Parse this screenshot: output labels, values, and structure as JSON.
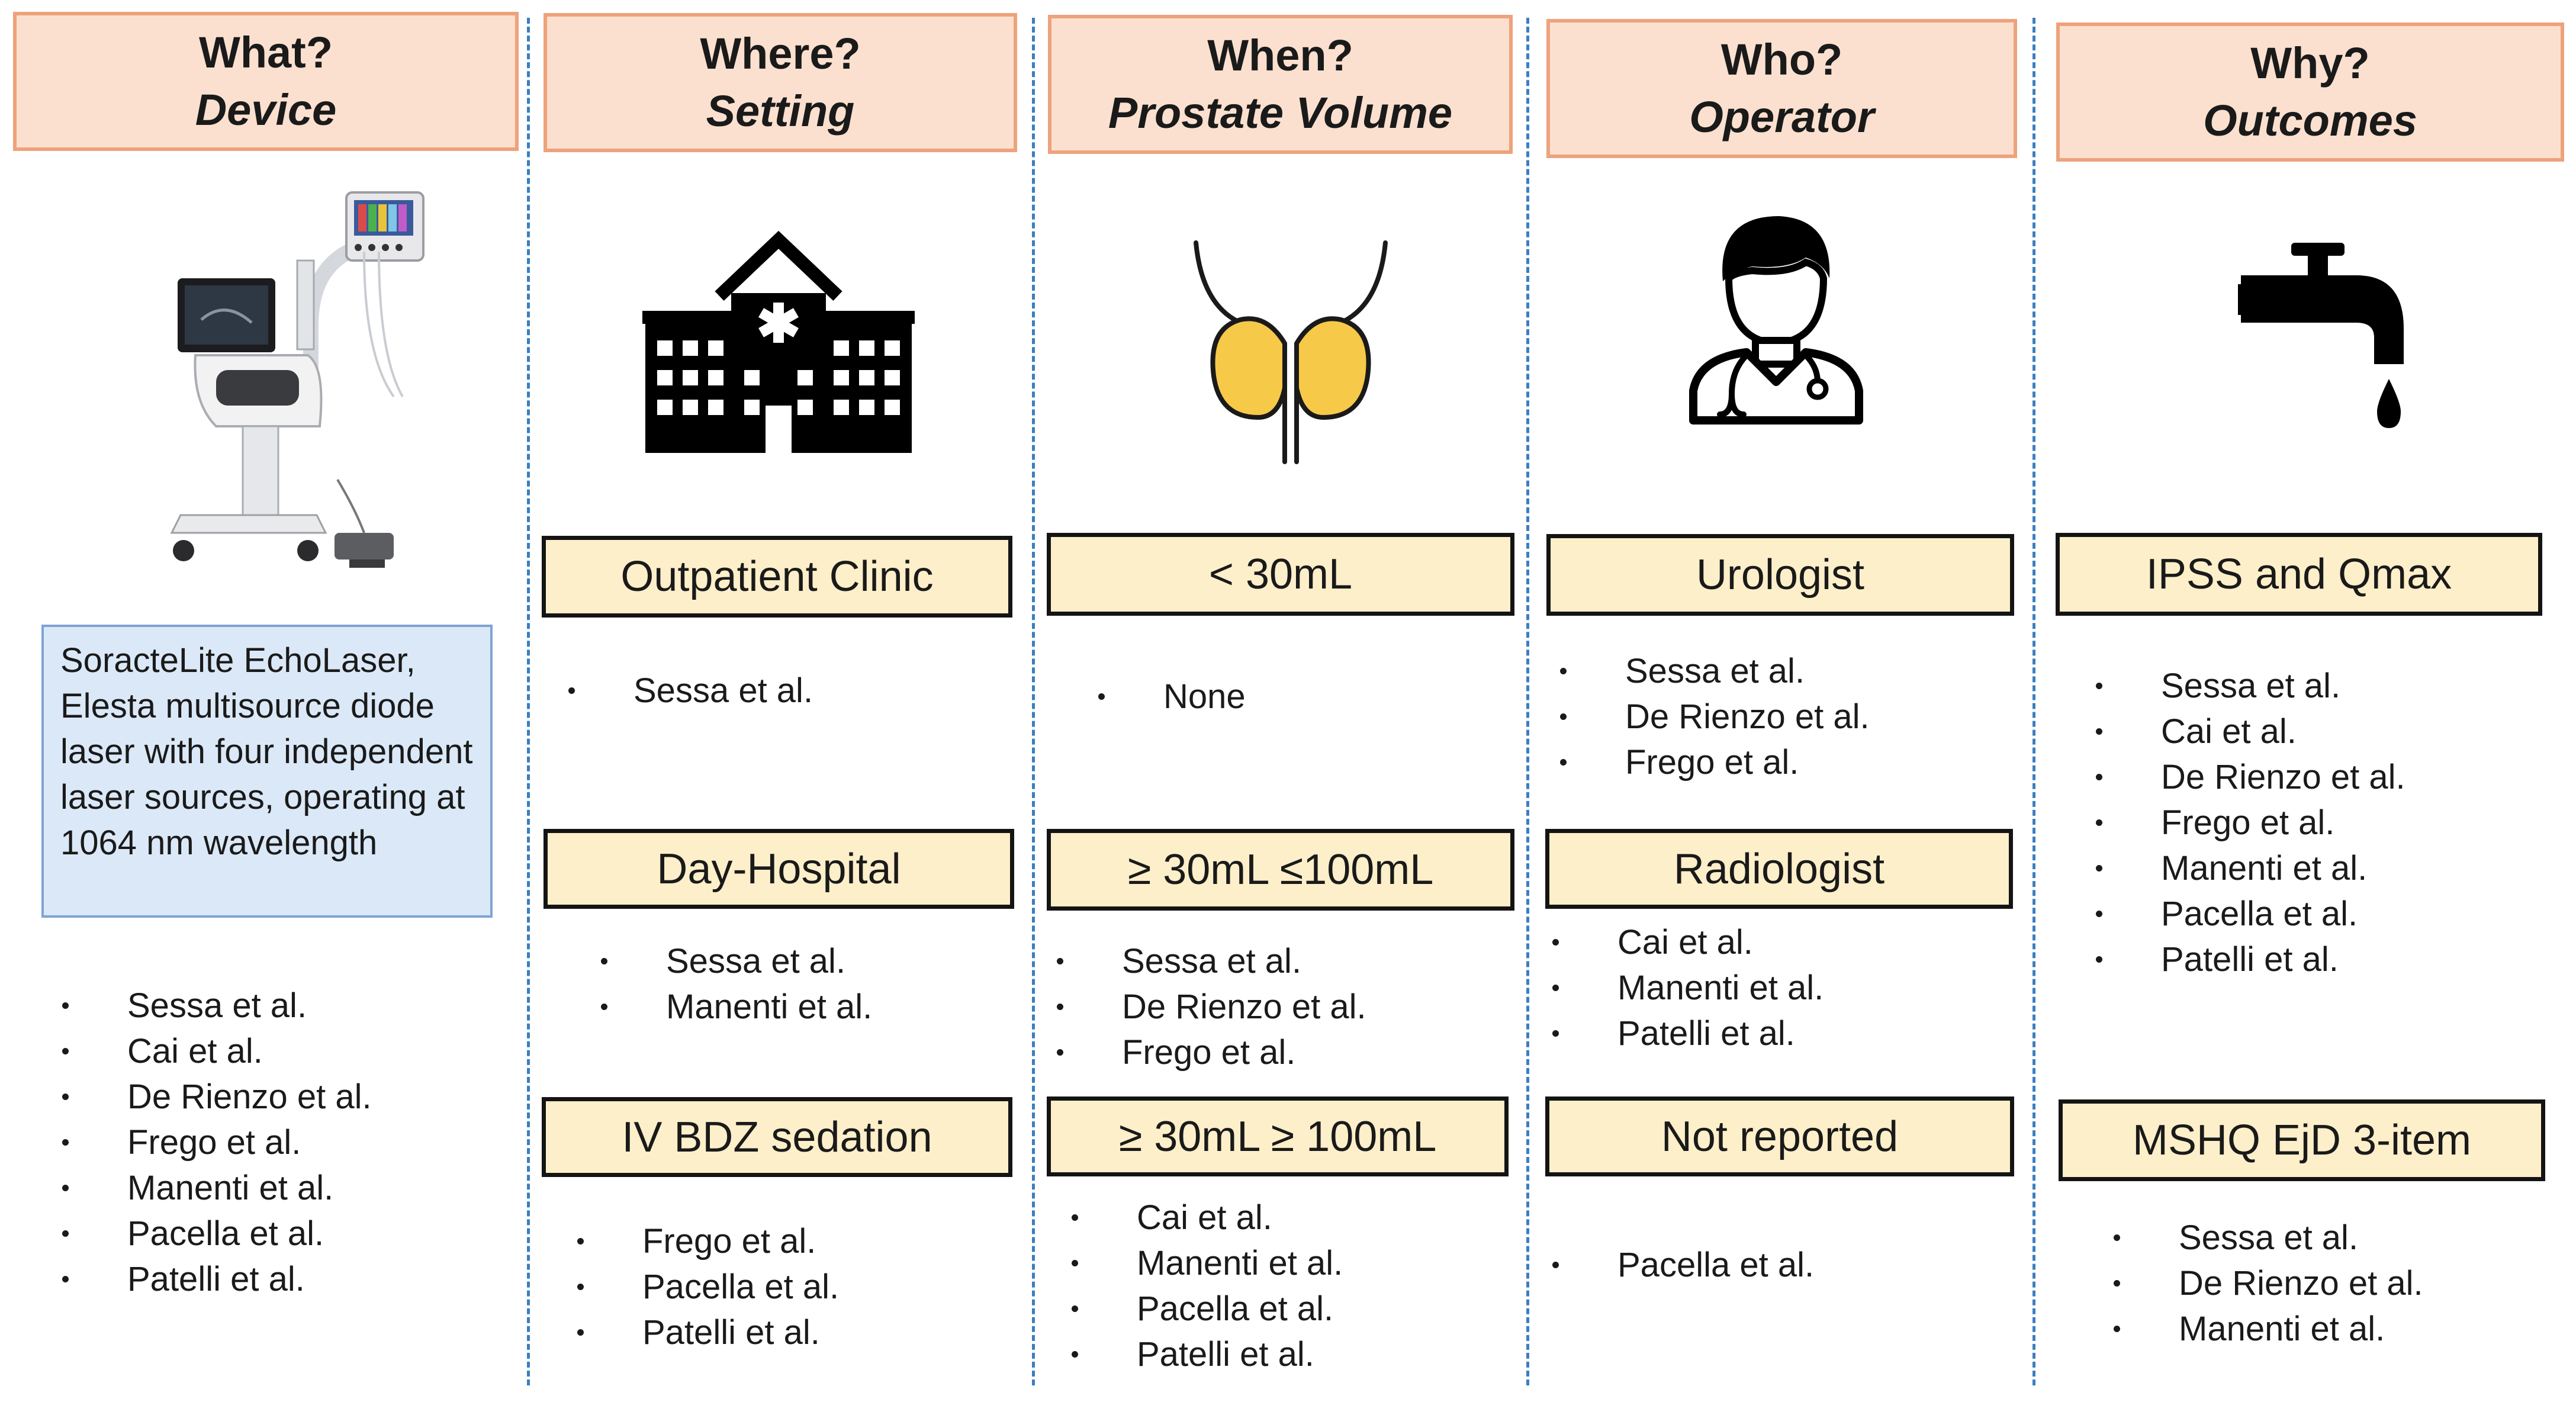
{
  "columns": [
    {
      "question": "What?",
      "subtitle": "Device",
      "icon": "laser-device-icon",
      "device_description": "SoracteLite EchoLaser, Elesta multisource diode laser with four independent laser sources, operating at 1064 nm wavelength",
      "studies": [
        "Sessa et al.",
        "Cai et al.",
        "De Rienzo et al.",
        "Frego et al.",
        "Manenti et al.",
        "Pacella et al.",
        "Patelli et al."
      ]
    },
    {
      "question": "Where?",
      "subtitle": "Setting",
      "icon": "hospital-icon",
      "groups": [
        {
          "label": "Outpatient Clinic",
          "studies": [
            "Sessa et al."
          ]
        },
        {
          "label": "Day-Hospital",
          "studies": [
            "Sessa et al.",
            "Manenti et al."
          ]
        },
        {
          "label": "IV BDZ sedation",
          "studies": [
            "Frego et al.",
            "Pacella et al.",
            "Patelli et al."
          ]
        }
      ]
    },
    {
      "question": "When?",
      "subtitle": "Prostate Volume",
      "icon": "prostate-icon",
      "groups": [
        {
          "label": "< 30mL",
          "studies": [
            "None"
          ]
        },
        {
          "label": "≥ 30mL ≤100mL",
          "studies": [
            "Sessa et al.",
            "De Rienzo et al.",
            "Frego et al."
          ]
        },
        {
          "label": "≥ 30mL ≥ 100mL",
          "studies": [
            "Cai et al.",
            "Manenti et al.",
            "Pacella et al.",
            "Patelli et al."
          ]
        }
      ]
    },
    {
      "question": "Who?",
      "subtitle": "Operator",
      "icon": "doctor-icon",
      "groups": [
        {
          "label": "Urologist",
          "studies": [
            "Sessa et al.",
            "De Rienzo et al.",
            "Frego et al."
          ]
        },
        {
          "label": "Radiologist",
          "studies": [
            "Cai et al.",
            "Manenti et al.",
            "Patelli et al."
          ]
        },
        {
          "label": "Not reported",
          "studies": [
            "Pacella et al."
          ]
        }
      ]
    },
    {
      "question": "Why?",
      "subtitle": "Outcomes",
      "icon": "faucet-icon",
      "groups": [
        {
          "label": "IPSS and Qmax",
          "studies": [
            "Sessa et al.",
            "Cai et al.",
            "De Rienzo et al.",
            "Frego et al.",
            "Manenti et al.",
            "Pacella et al.",
            "Patelli et al."
          ]
        },
        {
          "label": "MSHQ EjD 3-item",
          "studies": [
            "Sessa et al.",
            "De Rienzo et al.",
            "Manenti et al."
          ]
        }
      ]
    }
  ],
  "colors": {
    "header_fill": "#fbe0cf",
    "header_border": "#eea27c",
    "label_fill": "#fdefc9",
    "device_box_fill": "#dbe8f7",
    "divider": "#3a7fc0",
    "prostate_fill": "#f7c948"
  }
}
